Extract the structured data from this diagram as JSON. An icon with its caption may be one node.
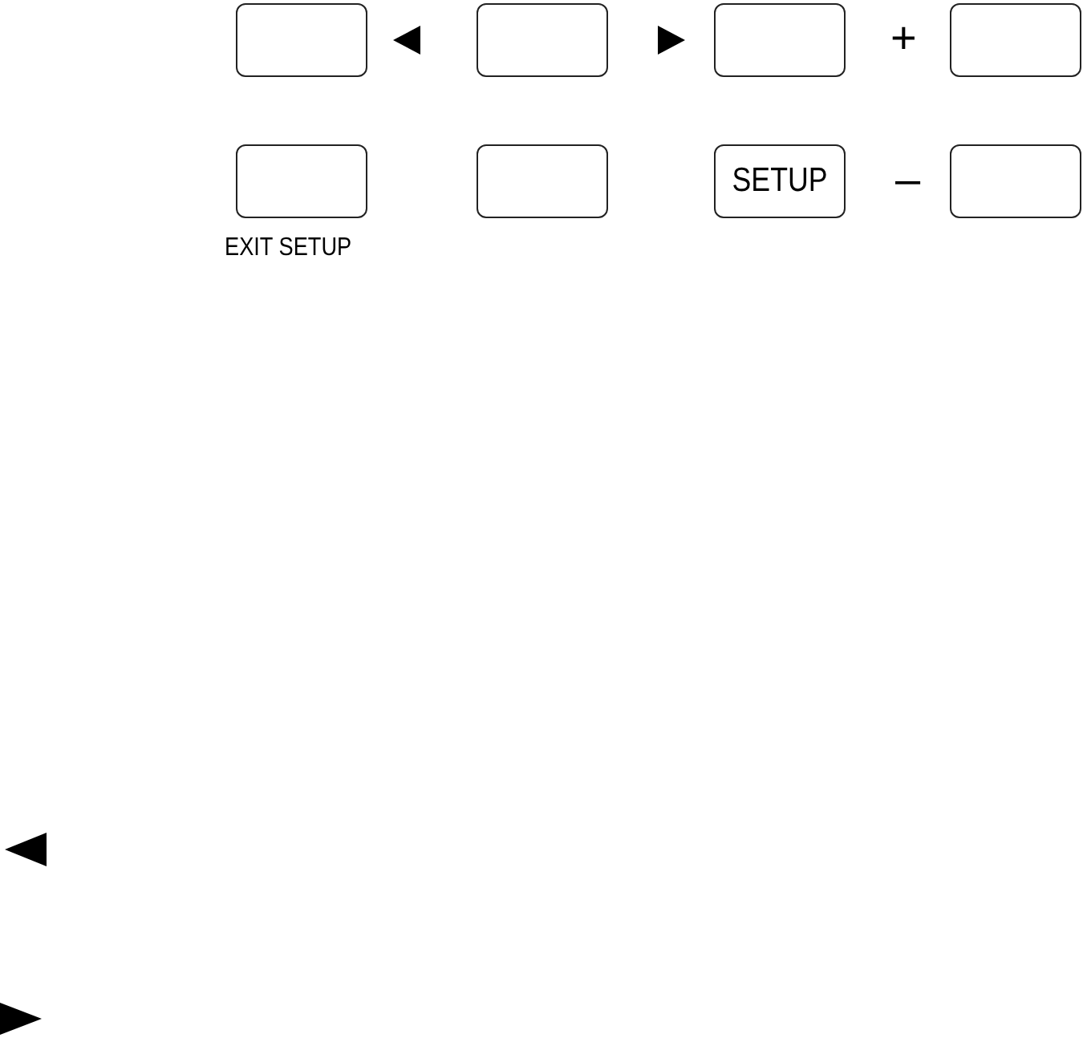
{
  "diagram": {
    "nodes": [
      {
        "text": [],
        "shape": "box"
      },
      {
        "text": [],
        "shape": "box"
      },
      {
        "text": [],
        "shape": "box"
      },
      {
        "text": [],
        "shape": "box"
      },
      {
        "text": [],
        "shape": "box",
        "beside": [
          "EXIT SETUP"
        ]
      },
      {
        "text": [],
        "shape": "box"
      },
      {
        "text": [
          "SETUP"
        ]
      },
      {
        "text": [],
        "shape": "box"
      }
    ],
    "labels": [
      "+",
      "–"
    ]
  }
}
